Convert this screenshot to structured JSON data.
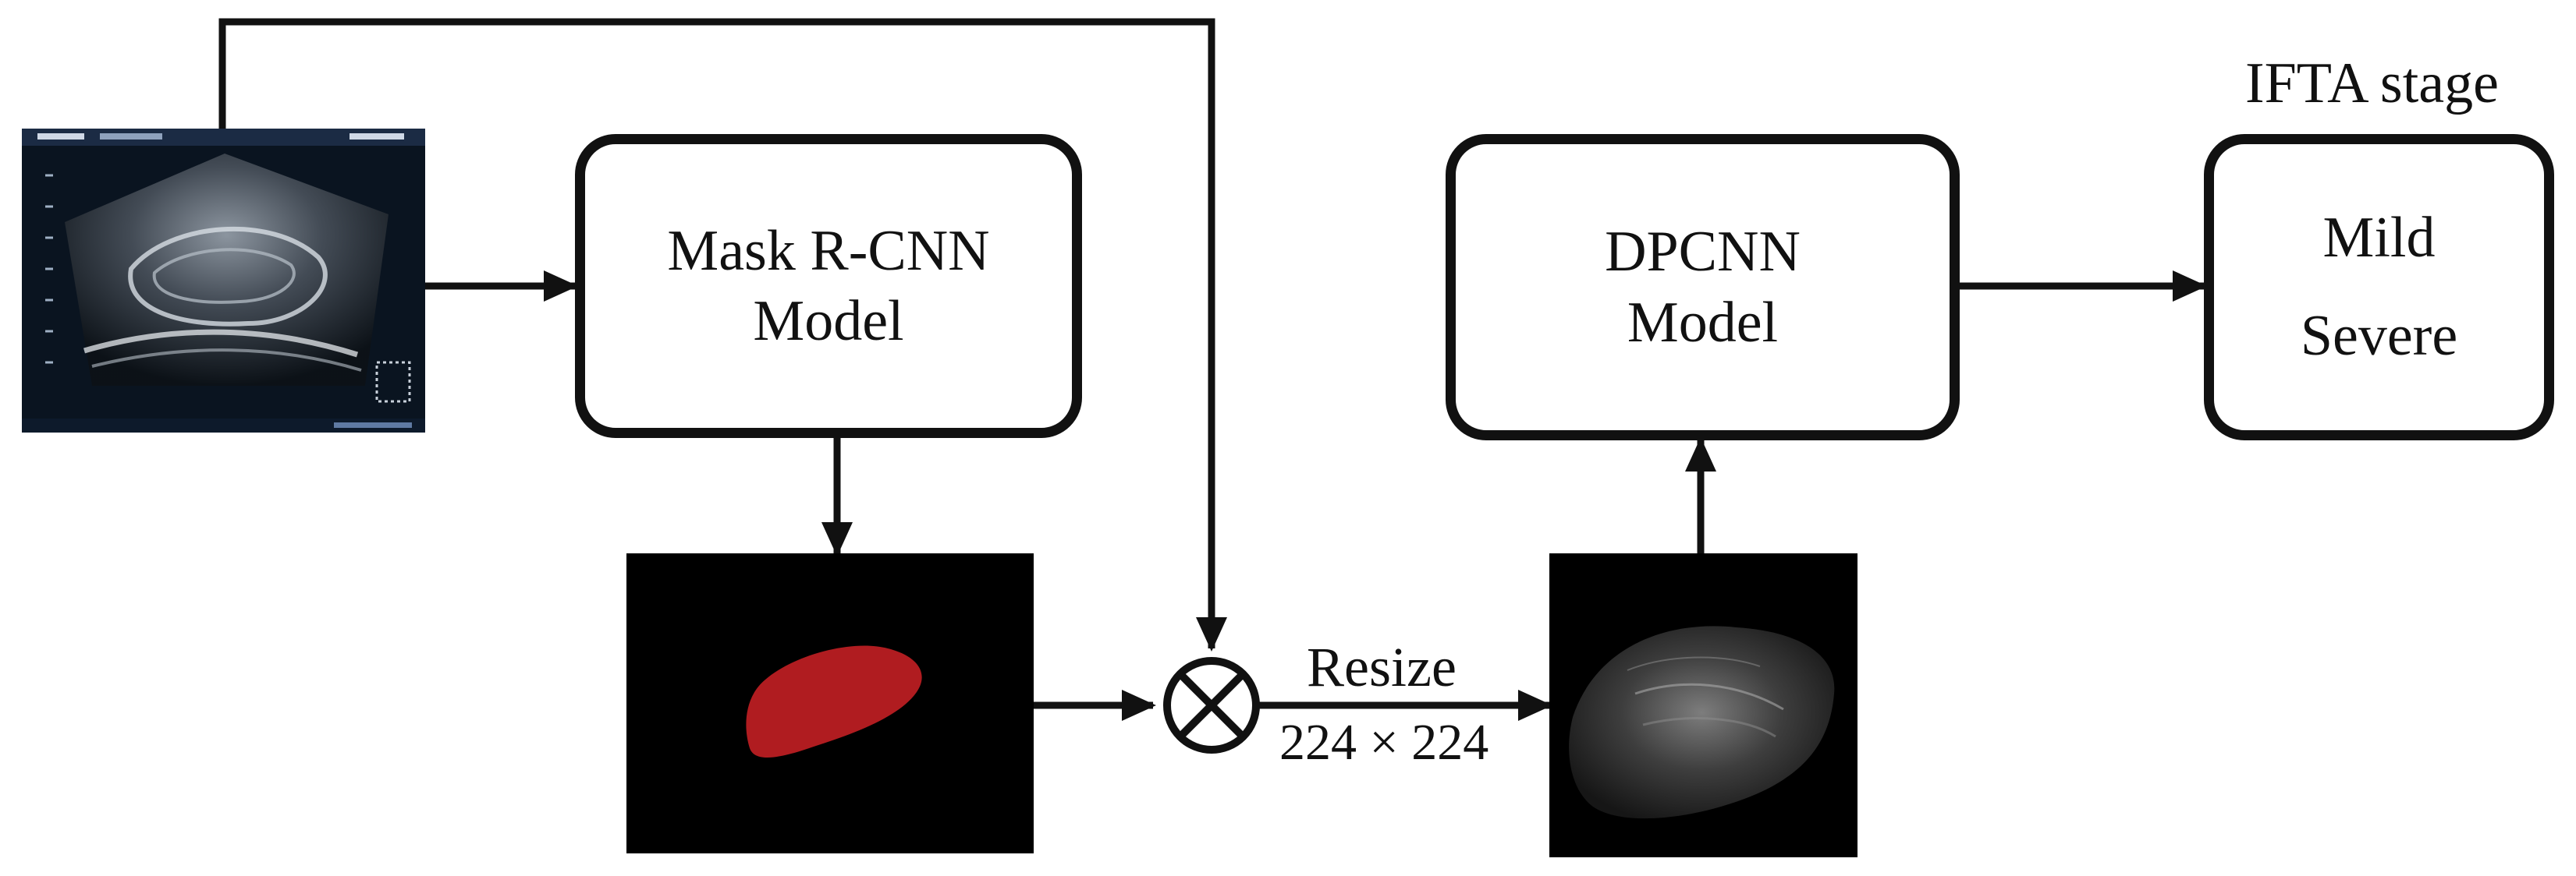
{
  "boxes": {
    "mask_rcnn": {
      "line1": "Mask R-CNN",
      "line2": "Model"
    },
    "dpcnn": {
      "line1": "DPCNN",
      "line2": "Model"
    },
    "ifta": {
      "line1": "Mild",
      "line2": "Severe"
    }
  },
  "labels": {
    "ifta_stage": "IFTA stage",
    "resize": "Resize",
    "resize_dims": "224 × 224"
  },
  "icons": {
    "multiply": "circled-times-icon"
  },
  "colors": {
    "ink": "#111111",
    "mask_fill": "#b01c20",
    "panel_bg": "#000000"
  }
}
